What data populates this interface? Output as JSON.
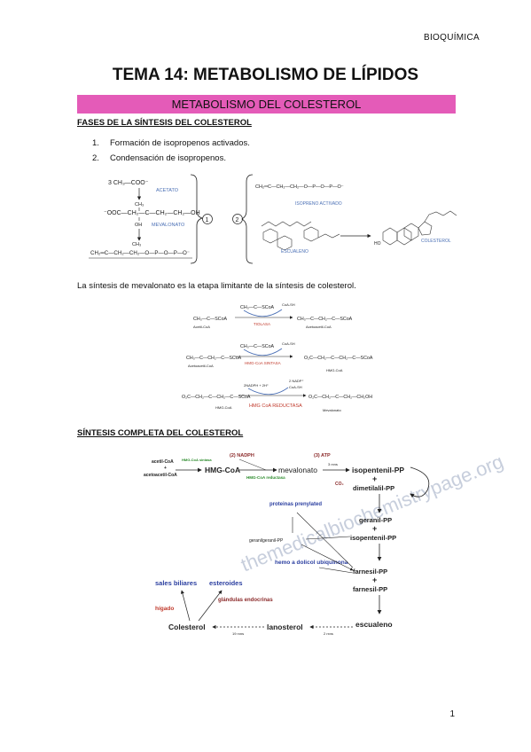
{
  "header": {
    "section": "BIOQUÍMICA"
  },
  "title": "TEMA 14: METABOLISMO DE LÍPIDOS",
  "band": "METABOLISMO DEL COLESTEROL",
  "section1": {
    "heading": "FASES DE LA SÍNTESIS DEL COLESTEROL",
    "steps": [
      {
        "num": "1.",
        "text": "Formación de isopropenos activados."
      },
      {
        "num": "2.",
        "text": "Condensación de isopropenos."
      }
    ]
  },
  "figure1": {
    "reactant": "3 CH₃—COO⁻",
    "acetato": "ACETATO",
    "chain": "⁻OOC—CH₂—C—CH₂—CH₂—OH",
    "ch3": "CH₃",
    "oh": "OH",
    "mevalonato": "MEVALONATO",
    "isoprene": "CH₂═C—CH₂—CH₂—O—P—O—P—O⁻",
    "step1": "1",
    "step2": "2",
    "isopreno_activado": "ISOPRENO ACTIVADO",
    "escualeno": "ESCUALENO",
    "colesterol": "COLESTEROL",
    "ho": "HO"
  },
  "para": "La síntesis de mevalonato es la etapa limitante de la síntesis de colesterol.",
  "figure2": {
    "r1_left": "CH₃—C—SCoA",
    "r1_left_name": "Acetil-CoA",
    "r1_arrow_top": "CH₃—C—SCoA",
    "r1_cosh": "CoA-SH",
    "r1_enzyme": "TIOLASA",
    "r1_right": "CH₃—C—CH₂—C—SCoA",
    "r1_right_name": "Acetoacetil-CoA",
    "r2_left": "CH₃—C—CH₂—C—SCoA",
    "r2_left_name": "Acetoacetil-CoA",
    "r2_arrow_top": "CH₃—C—SCoA",
    "r2_cosh": "CoA-SH",
    "r2_enzyme": "HMG-CoA SINTASA",
    "r2_right": "O₂C—CH₂—C—CH₂—C—SCoA",
    "r2_right_name": "HMG-CoA",
    "r3_left": "O₂C—CH₂—C—CH₂—C—SCoA",
    "r3_left_name": "HMG-CoA",
    "r3_nadph": "2NADPH + 2H⁺",
    "r3_nadp": "2 NADP⁺",
    "r3_cosh": "CoA-SH",
    "r3_enzyme": "HMG CoA REDUCTASA",
    "r3_right": "O₂C—CH₂—C—CH₂—CH₂OH",
    "r3_right_name": "Mevalonato"
  },
  "section2": {
    "heading": "SÍNTESIS COMPLETA DEL COLESTEROL"
  },
  "figure3": {
    "inputs": [
      "acetil-CoA",
      "+",
      "acetoacetil-CoA"
    ],
    "hmg_synthase": "HMG-CoA sintasa",
    "hmgcoa": "HMG-CoA",
    "nadph": "(2) NADPH",
    "reductase": "HMG-CoA reductasa",
    "mevalonato": "mevalonato",
    "atp": "(3) ATP",
    "co2": "CO₂",
    "three_rxns": "3 rxns",
    "isopentenil": "isopentenil-PP",
    "plus1": "+",
    "dimetilalil": "dimetilalil-PP",
    "geranil": "geranil-PP",
    "plus2": "+",
    "isopentenil2": "isopentenil-PP",
    "proteinas": "proteinas prenylated",
    "geranilgeranil": "geranilgeranil-PP",
    "hemo": "hemo a dolicol ubiquinona",
    "farnesil1": "farnesil-PP",
    "plus3": "+",
    "farnesil2": "farnesil-PP",
    "sales_biliares": "sales biliares",
    "esteroides": "esteroides",
    "higado": "hígado",
    "glandulas": "glándulas endocrinas",
    "colesterol": "Colesterol",
    "nineteen": "19 rxns",
    "lanosterol": "lanosterol",
    "two": "2 rxns",
    "escualeno": "escualeno",
    "watermark": "themedicalbiochemistrypage.org"
  },
  "page_number": "1"
}
